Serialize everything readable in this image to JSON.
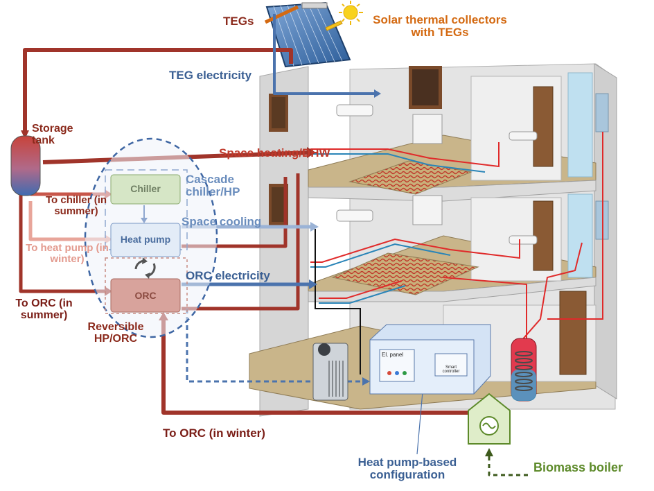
{
  "labels": {
    "tegs": "TEGs",
    "solar": "Solar thermal collectors with TEGs",
    "teg_electricity": "TEG electricity",
    "storage_tank": "Storage tank",
    "space_heating": "Space heating/DHW",
    "cascade": "Cascade chiller/HP",
    "space_cooling": "Space cooling",
    "orc_electricity": "ORC electricity",
    "to_chiller": "To chiller (in summer)",
    "to_heat_pump": "To heat pump (in winter)",
    "to_orc_summer": "To ORC (in summer)",
    "reversible": "Reversible HP/ORC",
    "to_orc_winter": "To ORC (in winter)",
    "heat_pump_config": "Heat pump-based configuration",
    "biomass_boiler": "Biomass boiler",
    "el_panel": "El. panel",
    "smart_controller": "Smart controller"
  },
  "components": {
    "chiller": "Chiller",
    "heat_pump": "Heat pump",
    "orc": "ORC"
  },
  "colors": {
    "hot": "#a0342a",
    "warm": "#c8564a",
    "cold": "#4b73ad",
    "pink": "#e8a59a",
    "green": "#5d8a2a"
  }
}
